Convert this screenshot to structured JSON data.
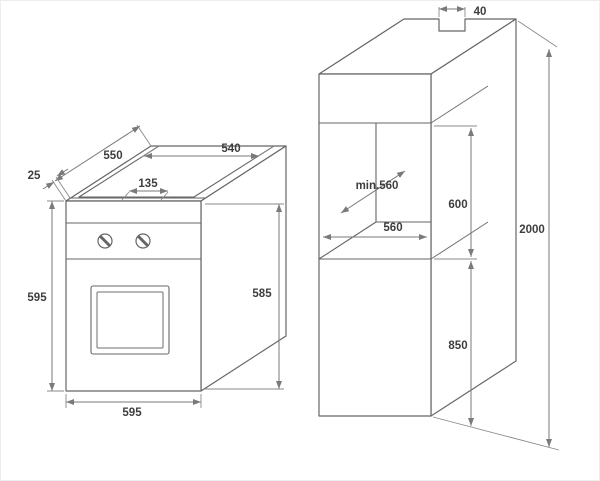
{
  "colors": {
    "background": "#ffffff",
    "drawing_line": "#666666",
    "dimension_line": "#7a7a7a",
    "label_text": "#3e3e3e"
  },
  "oven_view": {
    "dimensions": {
      "top_depth": "550",
      "top_width": "540",
      "front_frame": "25",
      "top_offset": "135",
      "left_height": "595",
      "right_height": "585",
      "bottom_width": "595"
    }
  },
  "cabinet_view": {
    "dimensions": {
      "top_gap": "40",
      "niche_depth": "min.560",
      "niche_width": "560",
      "niche_height": "600",
      "total_height": "2000",
      "lower_height": "850"
    }
  }
}
